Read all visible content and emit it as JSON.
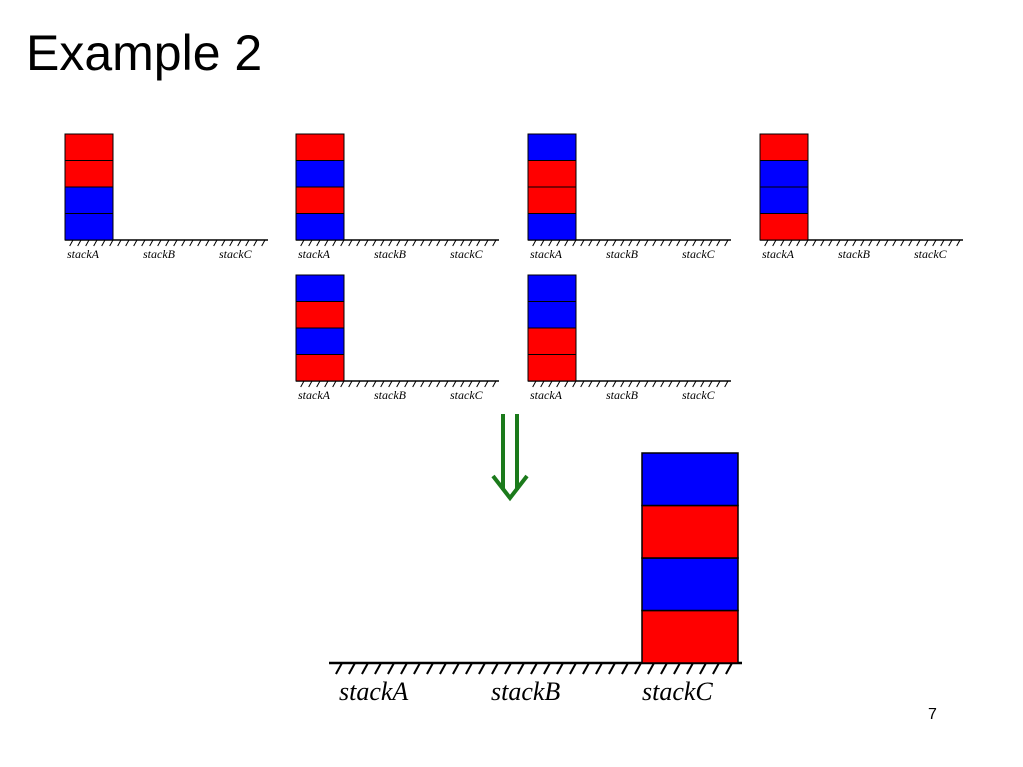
{
  "title": "Example 2",
  "page_number": "7",
  "colors": {
    "red": "#FF0000",
    "blue": "#0000FF",
    "arrow": "#1B7A1B"
  },
  "stack_labels": [
    "stackA",
    "stackB",
    "stackC"
  ],
  "initial_states": [
    {
      "stackA": [
        "blue",
        "blue",
        "red",
        "red"
      ],
      "stackB": [],
      "stackC": []
    },
    {
      "stackA": [
        "blue",
        "red",
        "blue",
        "red"
      ],
      "stackB": [],
      "stackC": []
    },
    {
      "stackA": [
        "blue",
        "red",
        "red",
        "blue"
      ],
      "stackB": [],
      "stackC": []
    },
    {
      "stackA": [
        "red",
        "blue",
        "blue",
        "red"
      ],
      "stackB": [],
      "stackC": []
    },
    {
      "stackA": [
        "red",
        "blue",
        "red",
        "blue"
      ],
      "stackB": [],
      "stackC": []
    },
    {
      "stackA": [
        "red",
        "red",
        "blue",
        "blue"
      ],
      "stackB": [],
      "stackC": []
    }
  ],
  "arrow_icon": "double-down-arrow-icon",
  "goal_state": {
    "stackA": [],
    "stackB": [],
    "stackC": [
      "red",
      "blue",
      "red",
      "blue"
    ]
  }
}
